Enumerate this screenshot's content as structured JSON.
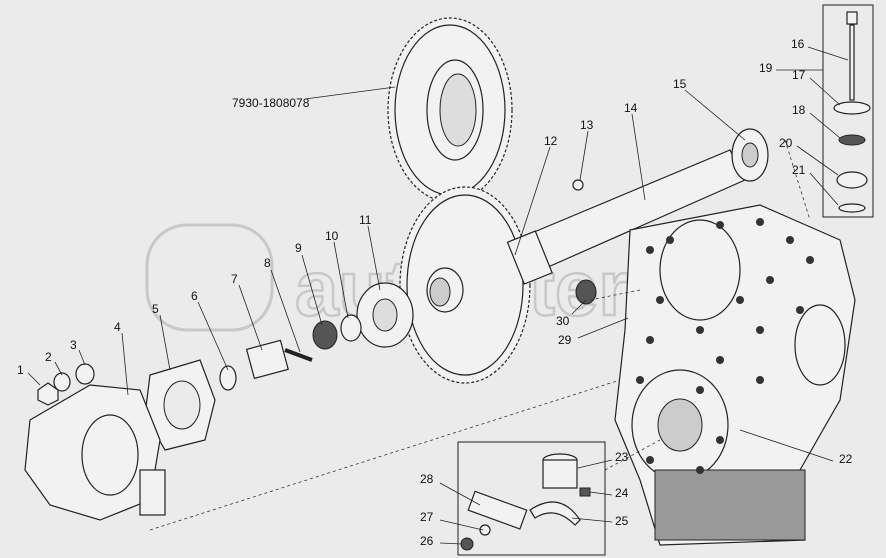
{
  "diagram": {
    "watermark": "autopiter.ru",
    "assembly_label": "7930-1808078",
    "callouts": [
      "1",
      "2",
      "3",
      "4",
      "5",
      "6",
      "7",
      "8",
      "9",
      "10",
      "11",
      "12",
      "13",
      "14",
      "15",
      "16",
      "17",
      "18",
      "19",
      "20",
      "21",
      "22",
      "23",
      "24",
      "25",
      "26",
      "27",
      "28",
      "29",
      "30"
    ]
  }
}
